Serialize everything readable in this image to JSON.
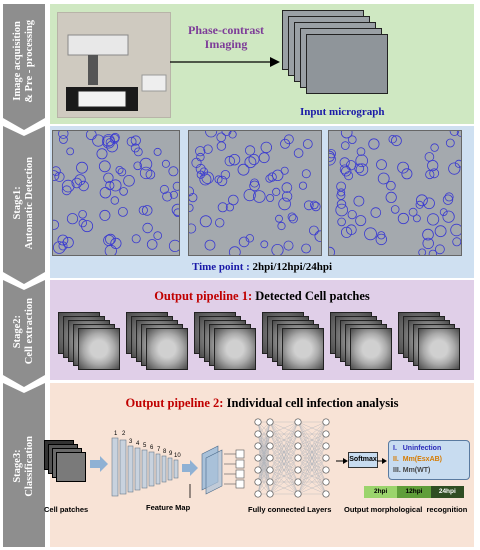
{
  "stages": [
    {
      "id": "s1",
      "label": "Image acquisition\n& Pre - processing",
      "bg": "#cfe8c2"
    },
    {
      "id": "s2",
      "label": "Stage1:\nAutomatic Detection",
      "bg": "#cfe0f1"
    },
    {
      "id": "s3",
      "label": "Stage2:\nCell extraction",
      "bg": "#e0cfe8"
    },
    {
      "id": "s4",
      "label": "Stage3:\nClassification",
      "bg": "#f8e3d6"
    }
  ],
  "acquisition": {
    "imaging_label": "Phase-contrast\nImaging",
    "micrograph_label": "Input micrograph"
  },
  "detection": {
    "time_point_prefix": "Time point : ",
    "time_point_value": "2hpi/12hpi/24hpi"
  },
  "extraction": {
    "pipeline_prefix": "Output pipeline 1:",
    "pipeline_text": " Detected Cell patches"
  },
  "classification": {
    "pipeline_prefix": "Output pipeline 2:",
    "pipeline_text": " Individual cell infection analysis",
    "cell_patches_label": "Cell patches",
    "feature_map_label": "Feature Map",
    "fc_label": "Fully connected Layers",
    "softmax_label": "Softmax",
    "layer_numbers": [
      "1",
      "2",
      "3",
      "4",
      "5",
      "6",
      "7",
      "8",
      "9",
      "10"
    ],
    "classes": [
      {
        "num": "I.",
        "name": "Uninfection",
        "color": "#2a2ab8"
      },
      {
        "num": "II.",
        "name": "Mm(EsxAB)",
        "color": "#d67b00"
      },
      {
        "num": "III.",
        "name": "Mm(WT)",
        "color": "#444444"
      }
    ],
    "time_bar": [
      {
        "label": "2hpi",
        "color": "#9bd46c"
      },
      {
        "label": "12hpi",
        "color": "#5f9e3a"
      },
      {
        "label": "24hpi",
        "color": "#2f4d23"
      }
    ],
    "output_label": "Output morphological  recognition"
  },
  "colors": {
    "chevron": "#8e8e8e",
    "accent_red": "#c00000",
    "accent_blue": "#1a1aa8",
    "purple": "#7d3c98"
  }
}
